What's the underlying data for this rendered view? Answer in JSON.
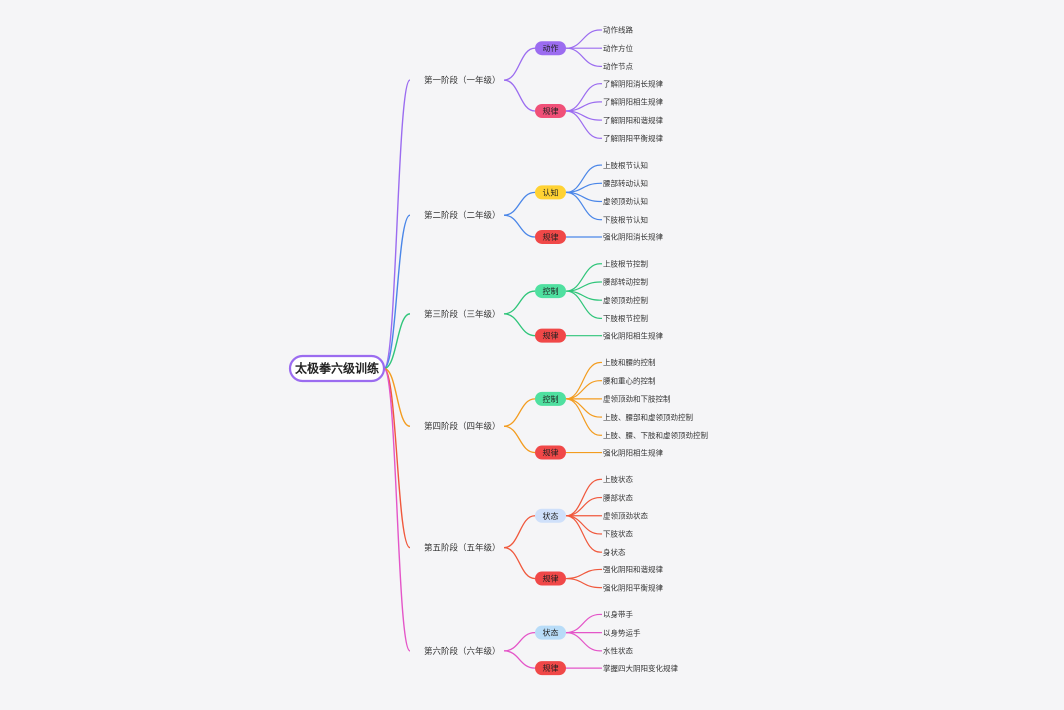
{
  "root": {
    "label": "太极拳六级训练"
  },
  "colors": {
    "root_border": "#9b6cf0",
    "purple": "#9b6cf0",
    "blue": "#4a86e8",
    "green": "#2fc57a",
    "orange": "#f39c1f",
    "red": "#f0583c",
    "pink": "#e455c8",
    "pill_red": "#f04848",
    "pill_rose": "#f05078",
    "pill_yellow": "#ffd233",
    "pill_green": "#4fe0a0",
    "pill_lightblue": "#cfe0fa",
    "pill_skyblue": "#b8dcf8"
  },
  "stages": [
    {
      "label": "第一阶段（一年级）",
      "color": "purple",
      "groups": [
        {
          "label": "动作",
          "pill": "purple",
          "items": [
            "动作线路",
            "动作方位",
            "动作节点"
          ]
        },
        {
          "label": "规律",
          "pill": "pill_rose",
          "items": [
            "了解阴阳消长规律",
            "了解阴阳相生规律",
            "了解阴阳和谐规律",
            "了解阴阳平衡规律"
          ]
        }
      ]
    },
    {
      "label": "第二阶段（二年级）",
      "color": "blue",
      "groups": [
        {
          "label": "认知",
          "pill": "pill_yellow",
          "items": [
            "上肢根节认知",
            "腰部转动认知",
            "虚领顶劲认知",
            "下肢根节认知"
          ]
        },
        {
          "label": "规律",
          "pill": "pill_red",
          "items": [
            "强化阴阳消长规律"
          ]
        }
      ]
    },
    {
      "label": "第三阶段（三年级）",
      "color": "green",
      "groups": [
        {
          "label": "控制",
          "pill": "pill_green",
          "items": [
            "上肢根节控制",
            "腰部转动控制",
            "虚领顶劲控制",
            "下肢根节控制"
          ]
        },
        {
          "label": "规律",
          "pill": "pill_red",
          "items": [
            "强化阴阳相生规律"
          ]
        }
      ]
    },
    {
      "label": "第四阶段（四年级）",
      "color": "orange",
      "groups": [
        {
          "label": "控制",
          "pill": "pill_green",
          "items": [
            "上肢和腰的控制",
            "腰和重心的控制",
            "虚领顶劲和下肢控制",
            "上肢、腰部和虚领顶劲控制",
            "上肢、腰、下肢和虚领顶劲控制"
          ]
        },
        {
          "label": "规律",
          "pill": "pill_red",
          "items": [
            "强化阴阳相生规律"
          ]
        }
      ]
    },
    {
      "label": "第五阶段（五年级）",
      "color": "red",
      "groups": [
        {
          "label": "状态",
          "pill": "pill_lightblue",
          "items": [
            "上肢状态",
            "腰部状态",
            "虚领顶劲状态",
            "下肢状态",
            "身状态"
          ]
        },
        {
          "label": "规律",
          "pill": "pill_red",
          "items": [
            "强化阴阳和谐规律",
            "强化阴阳平衡规律"
          ]
        }
      ]
    },
    {
      "label": "第六阶段（六年级）",
      "color": "pink",
      "groups": [
        {
          "label": "状态",
          "pill": "pill_skyblue",
          "items": [
            "以身带手",
            "以身势运手",
            "水性状态"
          ]
        },
        {
          "label": "规律",
          "pill": "pill_red",
          "items": [
            "掌握四大阴阳变化规律"
          ]
        }
      ]
    }
  ]
}
